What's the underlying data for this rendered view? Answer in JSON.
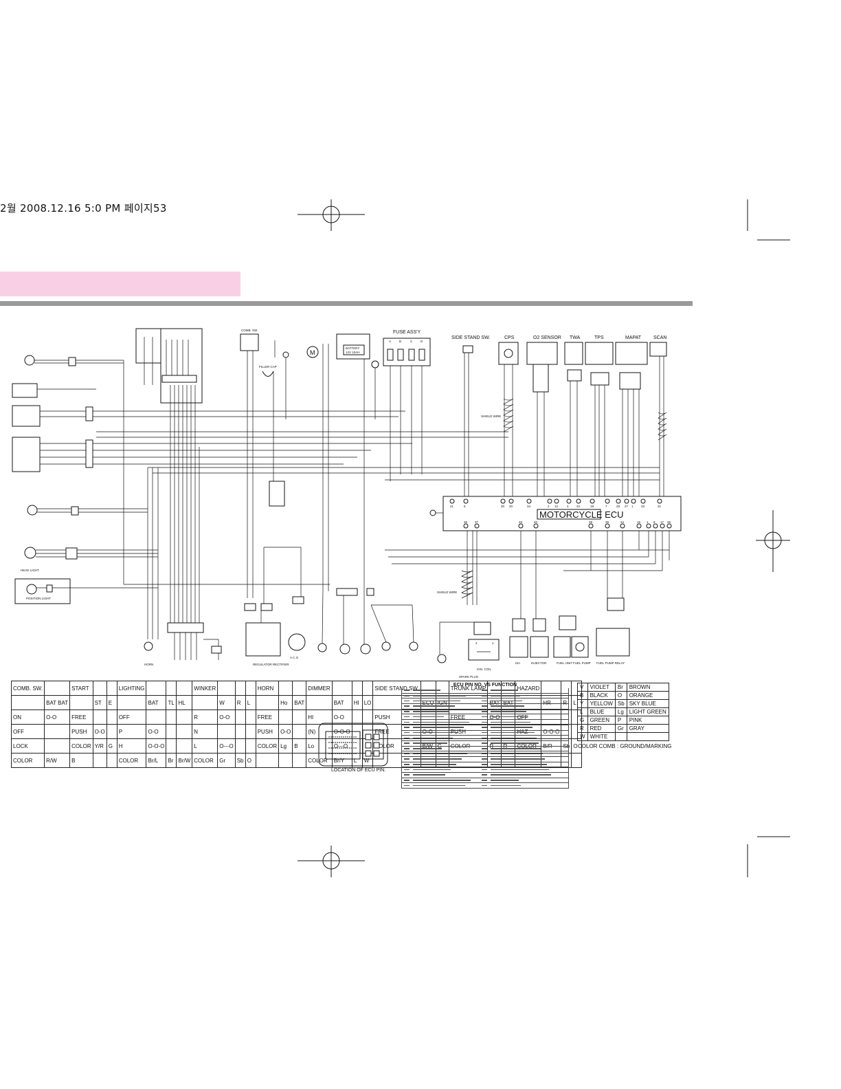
{
  "print_header": "2월  2008.12.16 5:0 PM 페이지53",
  "diagram": {
    "components_top": {
      "fuse_assy": "FUSE ASS'Y",
      "side_stand_sw": "SIDE STAND SW.",
      "cps": "CPS",
      "o2_sensor": "O2 SENSOR",
      "twa": "TWA",
      "tps": "TPS",
      "mapat": "MAPAT",
      "scan": "SCAN",
      "comb_sw_top": "COMB. SW.",
      "battery": "BATTERY",
      "battery_spec": "12V 10AH",
      "filler_cap": "FILLER CAP",
      "fuse_letters": [
        "A",
        "B",
        "C",
        "D"
      ]
    },
    "ecu": {
      "label": "MOTORCYCLE ECU",
      "top_pins": [
        "21",
        "6",
        "30",
        "20",
        "34",
        "2",
        "12",
        "4",
        "22",
        "19",
        "7",
        "28",
        "27",
        "1",
        "33",
        "31"
      ],
      "bottom_pins": [
        "36",
        "37",
        "33",
        "40",
        "38",
        "39",
        "24",
        "15",
        "1",
        "8",
        "17",
        "25"
      ]
    },
    "components_bottom": {
      "spark_plug": "SPARK PLUG",
      "ign_coil": "IGN. COIL",
      "isa": "ISA",
      "injector": "INJECTOR",
      "fuel_unit": "FUEL UNIT",
      "fuel_pump": "FUEL PUMP",
      "fuel_pump_relay": "FUEL PUMP RELAY",
      "regulator": "REGULATOR RECTIFIER",
      "acg": "A.C.G",
      "horn": "HORN",
      "shield_wire_1": "SHIELD WIRE",
      "shield_wire_2": "SHIELD WIRE",
      "coil_pins": [
        "2",
        "1"
      ]
    },
    "components_left": {
      "head_light": "HEAD LIGHT",
      "position_light": "POSITION LIGHT"
    }
  },
  "switch_table": {
    "rows": [
      [
        "COMB. SW.",
        "",
        "START",
        "",
        "",
        "LIGHTING",
        "",
        "",
        "",
        "WINKER",
        "",
        "",
        "",
        "HORN",
        "",
        "",
        "DIMMER",
        "",
        "",
        "",
        "SIDE STAND SW.",
        "",
        "",
        "TRUNK LAMP",
        "",
        "",
        "HAZARD",
        "",
        "",
        ""
      ],
      [
        "",
        "BAT BAT",
        "",
        "ST",
        "E",
        "",
        "BAT",
        "TL",
        "HL",
        "",
        "W",
        "R",
        "L",
        "",
        "Ho",
        "BAT",
        "",
        "BAT",
        "HI",
        "LO",
        "",
        "ECU",
        "IGN",
        "",
        "BAT",
        "BAT",
        "",
        "HR",
        "R",
        "L"
      ],
      [
        "ON",
        "O-O",
        "FREE",
        "",
        "",
        "OFF",
        "",
        "",
        "",
        "R",
        "O-O",
        "",
        "",
        "FREE",
        "",
        "",
        "HI",
        "O-O",
        "",
        "",
        "PUSH",
        "",
        "",
        "FREE",
        "O-O",
        "",
        "OFF",
        "",
        "",
        ""
      ],
      [
        "OFF",
        "",
        "PUSH",
        "O-O",
        "",
        "P",
        "O-O",
        "",
        "",
        "N",
        "",
        "",
        "",
        "PUSH",
        "O-O",
        "",
        "(N)",
        "O-O-O",
        "",
        "",
        "FREE",
        "O-O",
        "",
        "PUSH",
        "",
        "",
        "HAZ",
        "O-O-O",
        "",
        ""
      ],
      [
        "LOCK",
        "",
        "COLOR",
        "Y/R",
        "G",
        "H",
        "O-O-O",
        "",
        "",
        "L",
        "O---O",
        "",
        "",
        "COLOR",
        "Lg",
        "B",
        "Lo",
        "O---O",
        "",
        "",
        "COLOR",
        "B/W",
        "G",
        "COLOR",
        "R",
        "R",
        "COLOR",
        "B/R",
        "Sb",
        "O"
      ],
      [
        "COLOR",
        "R/W",
        "B",
        "",
        "",
        "COLOR",
        "Br/L",
        "Br",
        "Br/W",
        "COLOR",
        "Gr",
        "Sb",
        "O",
        "",
        "",
        "",
        "COLOR",
        "Br/Y",
        "L",
        "W",
        "",
        "",
        "",
        "",
        "",
        "",
        "",
        "",
        "",
        ""
      ]
    ]
  },
  "ecu_pin_table": {
    "title": "ECU  PIN NO. VS FUNCTION",
    "location_label": "LOCATION OF ECU PIN."
  },
  "color_table": {
    "rows": [
      [
        "V",
        "VIOLET",
        "Br",
        "BROWN"
      ],
      [
        "B",
        "BLACK",
        "O",
        "ORANGE"
      ],
      [
        "Y",
        "YELLOW",
        "Sb",
        "SKY BLUE"
      ],
      [
        "L",
        "BLUE",
        "Lg",
        "LIGHT GREEN"
      ],
      [
        "G",
        "GREEN",
        "P",
        "PINK"
      ],
      [
        "R",
        "RED",
        "Gr",
        "GRAY"
      ],
      [
        "W",
        "WHITE",
        "",
        ""
      ]
    ],
    "note": "COLOR COMB : GROUND/MARKING"
  }
}
